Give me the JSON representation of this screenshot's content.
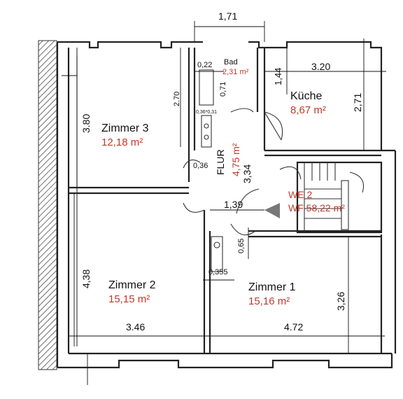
{
  "rooms": {
    "zimmer3": {
      "name": "Zimmer 3",
      "area": "12,18  m²"
    },
    "zimmer2": {
      "name": "Zimmer 2",
      "area": "15,15  m²"
    },
    "zimmer1": {
      "name": "Zimmer 1",
      "area": "15,16  m²"
    },
    "kueche": {
      "name": "Küche",
      "area": "8,67  m²"
    },
    "bad": {
      "name": "Bad",
      "area": "2,31  m²"
    },
    "flur": {
      "name": "FLUR",
      "area": "4,75 m²"
    }
  },
  "unit": {
    "label": "WE 2",
    "area": "WF 58,22 m²"
  },
  "dimensions": {
    "top_bad_width": "1,71",
    "kueche_width": "3.20",
    "kueche_height": "2,71",
    "bad_left": "0,22",
    "bad_inner": "0,71",
    "bad_niche": "1,44",
    "zimmer3_height": "3.80",
    "zimmer3_inner": "2.70",
    "small_niche": "0,36*0,31",
    "flur_door": "0,36",
    "flur_length": "3,34",
    "flur_width": "1,39",
    "wc_depth": "0,65",
    "wc_width": "0,355",
    "zimmer2_height": "4,38",
    "zimmer2_width": "3.46",
    "zimmer1_width": "4.72",
    "zimmer1_height": "3,26"
  },
  "colors": {
    "area_text": "#c0392b",
    "line": "#222222"
  }
}
